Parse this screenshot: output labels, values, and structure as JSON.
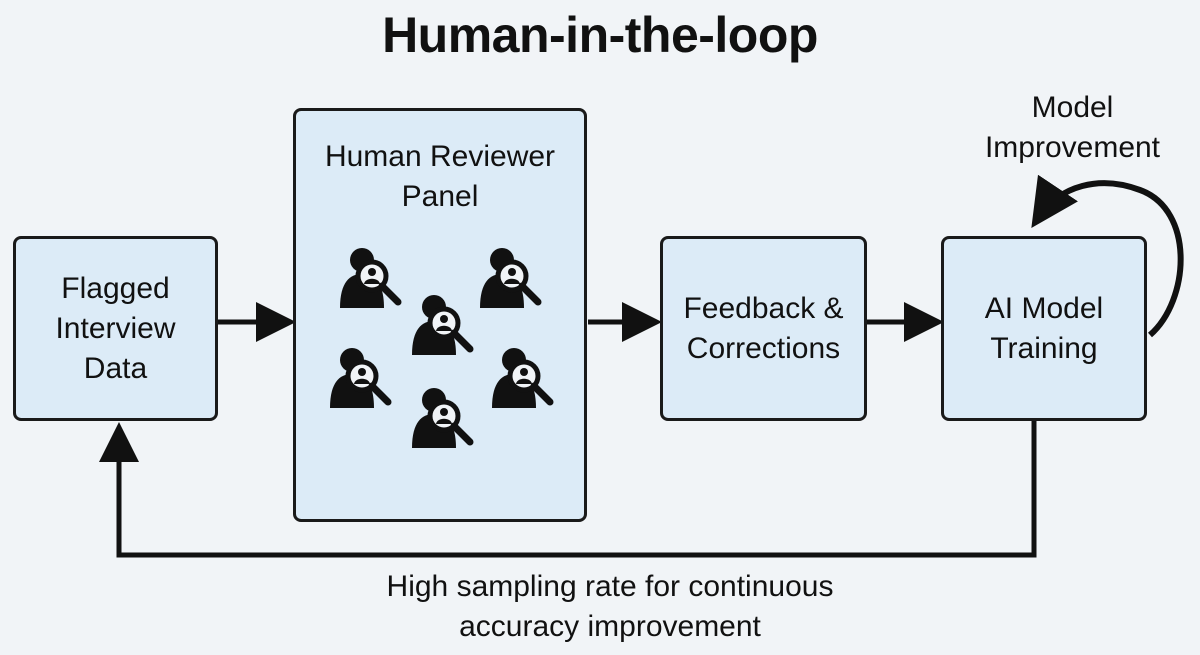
{
  "title": "Human-in-the-loop",
  "nodes": {
    "flagged": "Flagged\nInterview\nData",
    "panel": "Human Reviewer\nPanel",
    "feedback": "Feedback &\nCorrections",
    "training": "AI Model\nTraining"
  },
  "loop_label": "Model\nImprovement",
  "bottom_label": "High sampling rate for continuous\naccuracy improvement",
  "reviewer_icon": "person-with-magnifier-icon",
  "colors": {
    "background": "#f1f4f7",
    "box_fill": "#dcebf7",
    "stroke": "#1a1a1a"
  }
}
